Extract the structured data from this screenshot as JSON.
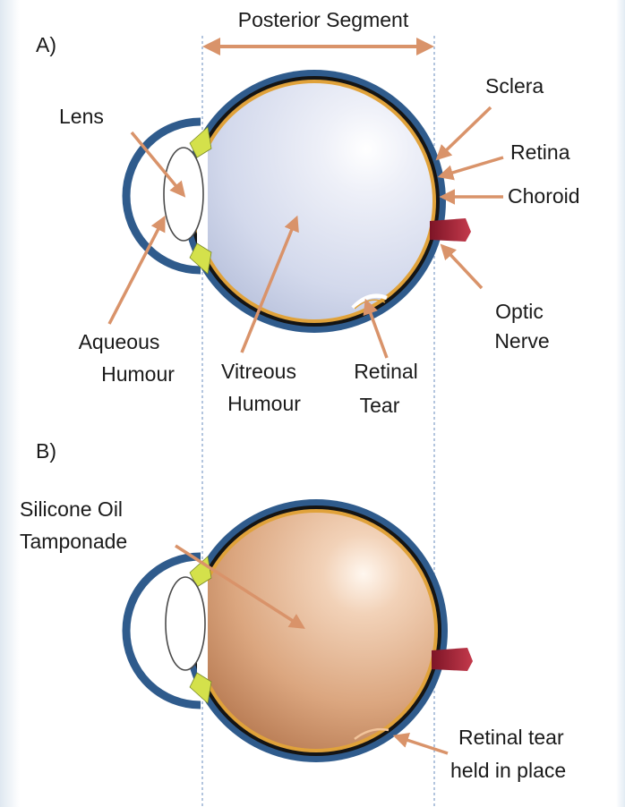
{
  "panel_a": {
    "letter": "A)",
    "posterior_segment": "Posterior Segment",
    "labels": {
      "lens": "Lens",
      "sclera": "Sclera",
      "retina": "Retina",
      "choroid": "Choroid",
      "optic_line1": "Optic",
      "optic_line2": "Nerve",
      "aqueous_line1": "Aqueous",
      "aqueous_line2": "Humour",
      "vitreous_line1": "Vitreous",
      "vitreous_line2": "Humour",
      "tear_line1": "Retinal",
      "tear_line2": "Tear"
    }
  },
  "panel_b": {
    "letter": "B)",
    "labels": {
      "silicone_line1": "Silicone Oil",
      "silicone_line2": "Tamponade",
      "held_line1": "Retinal tear",
      "held_line2": "held in place"
    }
  },
  "colors": {
    "sclera": "#2f5b8c",
    "choroid": "#141414",
    "retina": "#e0a23a",
    "vitreous": "#d6dcee",
    "silicone_oil": "#d9a67c",
    "arrow": "#d9936a",
    "optic_nerve": "#a3283a",
    "ciliary": "#d4e14b",
    "guide_line": "#8aa6cc"
  }
}
